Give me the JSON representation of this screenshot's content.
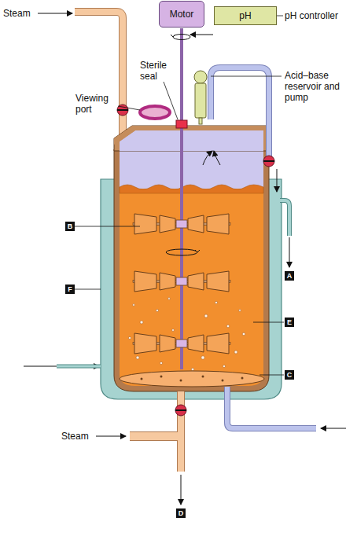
{
  "diagram": {
    "nodes": [
      {
        "text": [
          "Motor"
        ]
      },
      {
        "text": [
          "pH"
        ]
      }
    ],
    "labels": [
      "Steam",
      "pH controller",
      "Sterile seal",
      "Acid–base reservoir and pump",
      "Viewing port",
      "B",
      "A",
      "F",
      "E",
      "C",
      "Steam",
      "D"
    ]
  }
}
